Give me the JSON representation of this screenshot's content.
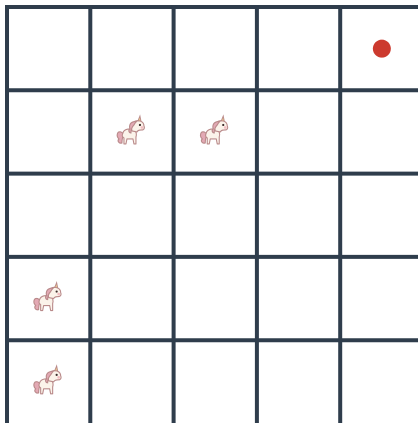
{
  "board": {
    "rows": 5,
    "cols": 5,
    "colors": {
      "background": "#ffffff",
      "grid_line": "#2f3d4c",
      "target": "#cc3a2e",
      "unicorn_body": "#fbf3ea",
      "unicorn_outline": "#b98a8a",
      "unicorn_mane": "#e3a9b4",
      "unicorn_horn": "#e8c48a",
      "unicorn_eye": "#3a2a2a",
      "unicorn_cheek": "#f2b6bd"
    },
    "cells": [
      {
        "row": 0,
        "col": 4,
        "item": "target"
      },
      {
        "row": 1,
        "col": 1,
        "item": "unicorn"
      },
      {
        "row": 1,
        "col": 2,
        "item": "unicorn"
      },
      {
        "row": 3,
        "col": 0,
        "item": "unicorn"
      },
      {
        "row": 4,
        "col": 0,
        "item": "unicorn"
      }
    ],
    "icons": {
      "unicorn": "unicorn-icon",
      "target": "red-dot-icon"
    }
  }
}
